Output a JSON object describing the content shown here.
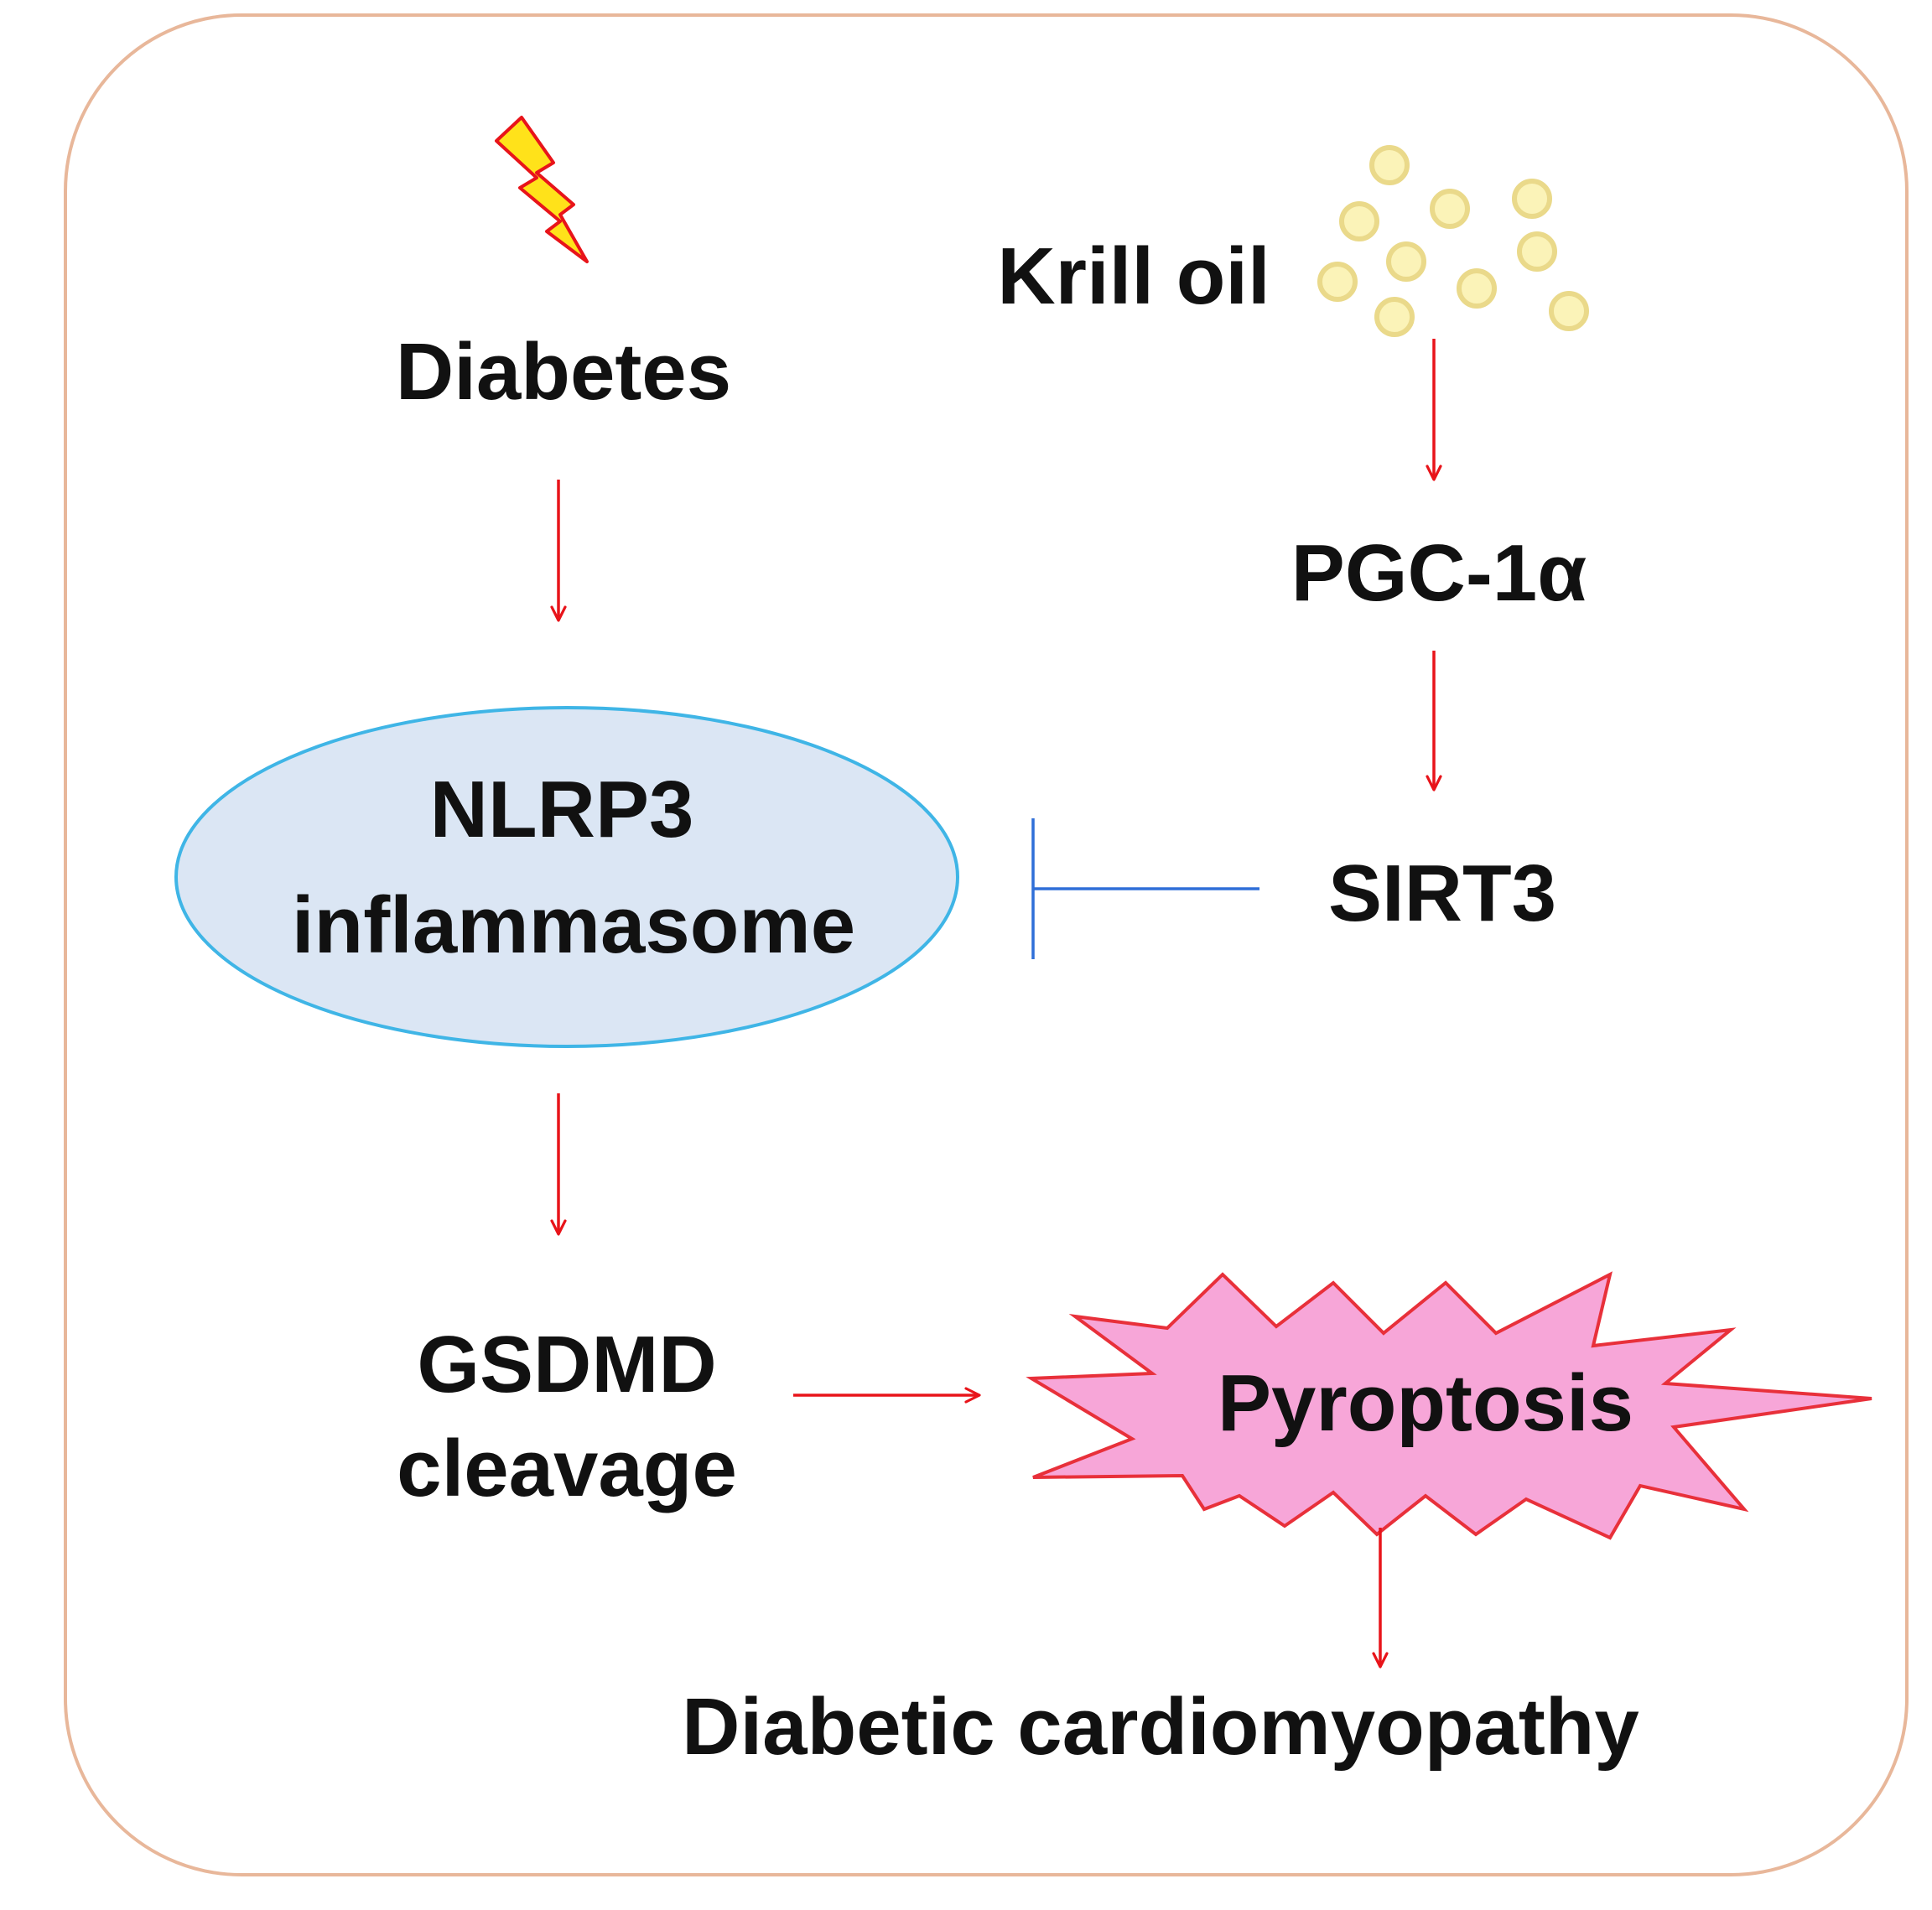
{
  "nodes": {
    "diabetes": "Diabetes",
    "krill_oil": "Krill oil",
    "pgc": "PGC-1α",
    "sirt3": "SIRT3",
    "nlrp3_line1": "NLRP3",
    "nlrp3_line2": "inflammasome",
    "gsdmd_line1": "GSDMD",
    "gsdmd_line2": "cleavage",
    "pyroptosis": "Pyroptosis",
    "outcome": "Diabetic cardiomyopathy"
  },
  "colors": {
    "frame": "#e8b79a",
    "activation_arrow": "#e8141a",
    "inhibition": "#2f6fd8",
    "ellipse_fill": "#dbe6f4",
    "ellipse_stroke": "#3fb5e6",
    "burst_fill": "#f7a6d8",
    "burst_stroke": "#e8303a",
    "oil_drop_fill": "#fbf3b8",
    "oil_drop_stroke": "#ead98a",
    "lightning_fill": "#ffe21a",
    "lightning_stroke": "#e8141a"
  },
  "icons": {
    "diabetes": "lightning-icon",
    "krill_oil": "oil-droplets-icon"
  }
}
